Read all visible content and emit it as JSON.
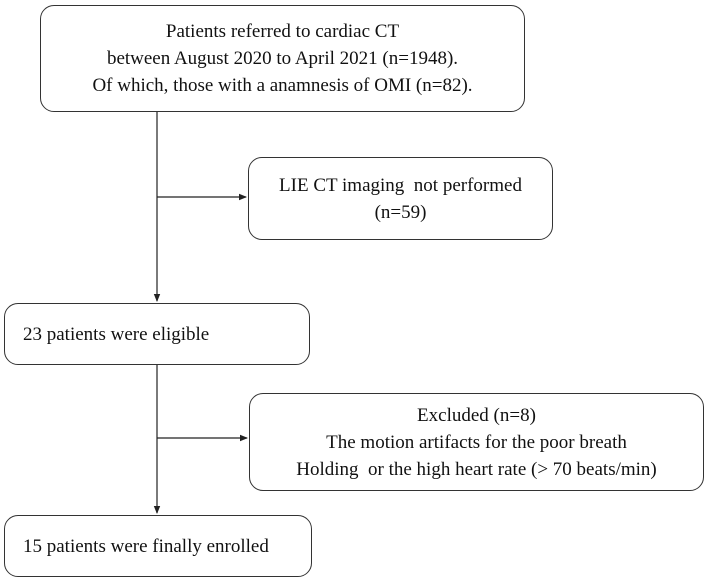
{
  "flowchart": {
    "referred": {
      "lines": [
        "Patients referred to cardiac CT",
        "between August 2020 to April 2021 (n=1948).",
        "Of which, those with a anamnesis of OMI (n=82)."
      ]
    },
    "lie_not_performed": {
      "lines": [
        "LIE CT imaging  not performed",
        "(n=59)"
      ]
    },
    "eligible": {
      "label": "23 patients were eligible"
    },
    "excluded": {
      "lines": [
        "Excluded (n=8)",
        "The motion artifacts for the poor breath",
        "Holding  or the high heart rate (> 70 beats/min)"
      ]
    },
    "enrolled": {
      "label": "15 patients were finally enrolled"
    }
  }
}
